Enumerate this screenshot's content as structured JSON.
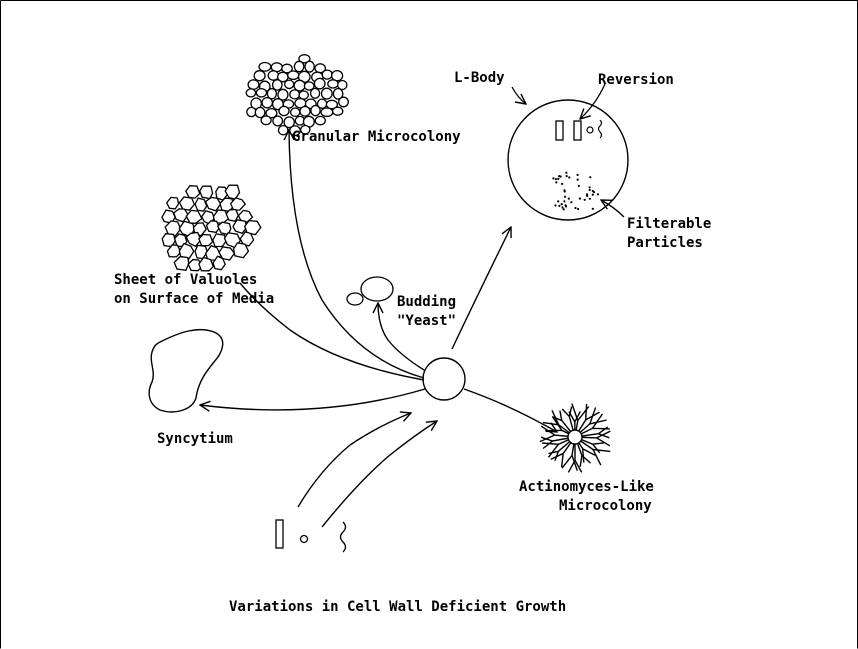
{
  "diagram": {
    "caption": "Variations in Cell Wall Deficient Growth",
    "labels": {
      "granular": "Granular Microcolony",
      "l_body": "L-Body",
      "reversion": "Reversion",
      "filterable": [
        "Filterable",
        "Particles"
      ],
      "sheet": [
        "Sheet of Valuoles",
        "on Surface of Media"
      ],
      "budding": [
        "Budding",
        "\"Yeast\""
      ],
      "syncytium": "Syncytium",
      "actinomyces": [
        "Actinomyces-Like",
        "Microcolony"
      ]
    }
  }
}
